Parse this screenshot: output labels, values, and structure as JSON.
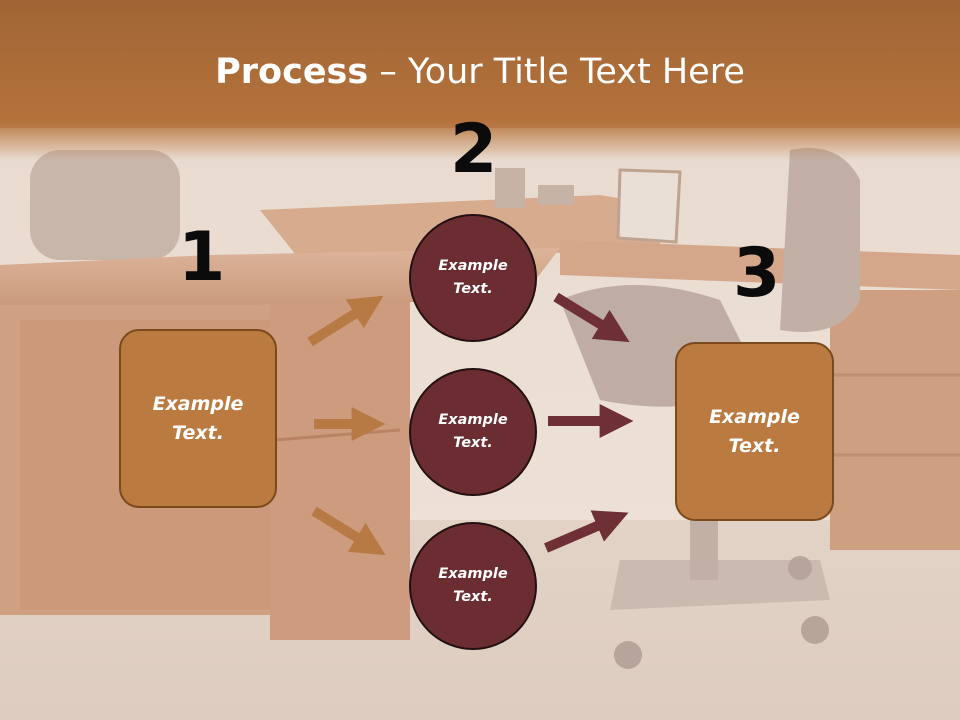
{
  "title": {
    "bold": "Process",
    "rest": " – Your Title Text Here"
  },
  "steps": {
    "one": {
      "number": "1",
      "text": "Example\nText."
    },
    "two": {
      "number": "2",
      "items": [
        "Example\nText.",
        "Example\nText.",
        "Example\nText."
      ]
    },
    "three": {
      "number": "3",
      "text": "Example\nText."
    }
  },
  "colors": {
    "box_fill": "#bb7a3f",
    "circle_fill": "#6b2d31",
    "left_arrows": "#b87a44",
    "right_arrows": "#6e3035",
    "header_band": "#b06f3a"
  }
}
